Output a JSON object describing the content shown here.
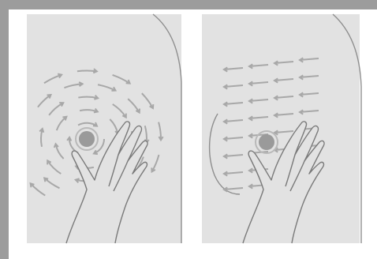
{
  "figure": {
    "panels": [
      {
        "id": "circular-pattern",
        "pattern": "concentric-circles",
        "icon": "circular-arrows-icon"
      },
      {
        "id": "vertical-strip-pattern",
        "pattern": "horizontal-strips",
        "icon": "strip-arrows-icon"
      }
    ],
    "colors": {
      "background": "#e2e2e2",
      "outline": "#8e8e8e",
      "arrow": "#a8a8a8",
      "nipple": "#9a9a9a",
      "frame": "#9c9c9c"
    }
  }
}
